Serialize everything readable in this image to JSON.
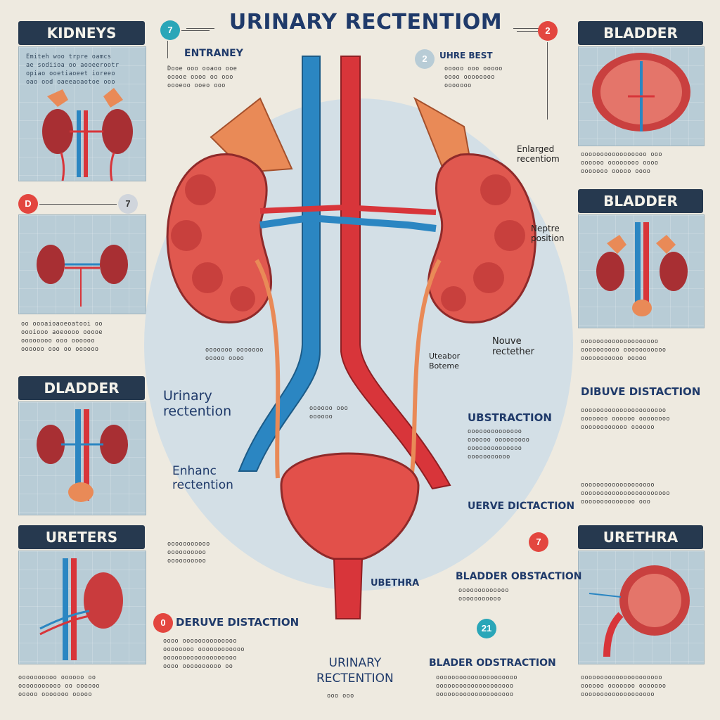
{
  "title": "URINARY RECTENTIOM",
  "colors": {
    "header": "#26394f",
    "artery": "#d8353a",
    "vein": "#2b86c2",
    "kidney": "#e0584f",
    "adrenal": "#e98a57",
    "panel": "#b8ccd6"
  },
  "left": {
    "h1": "KIDNEYS",
    "h2": "DLADDER",
    "h3": "URETERS",
    "t1": "Emiteh woo trpre oamcs\nae sodiioa oo aooeerootr\nopiao ooetiaoeet ioreeo\noao ood oaeeaoaotoe ooo",
    "t2": "oo oooaioaoeoatooi oo\noooiooo aoeoooo ooooe\noooooooo ooo oooooo\noooooo ooo oo oooooo",
    "t3": "oooooooooo oooooo oo\nooooooooooo oo oooooo\nooooo ooooooo ooooo",
    "b1": "7",
    "b2": "D",
    "b3": "7"
  },
  "right": {
    "h1": "BLADDER",
    "h2": "BLADDER",
    "h3": "URETHRA",
    "t1": "ooooooooooooooooo ooo\noooooo oooooooo oooo\nooooooo ooooo oooo",
    "t2": "oooooooooooooooooooo\noooooooooo ooooooooooo\nooooooooooo ooooo",
    "t3": "oooooooooooooooooooooo\nooooooo oooooo oooooooo\noooooooooooo oooooo",
    "t4": "ooooooooooooooooooo\nooooooooooooooooooooooo\noooooooooooooo ooo",
    "t5": "ooooooooooooooooooooo\noooooo ooooooo ooooooo\nooooooooooooooooooo",
    "b1": "2",
    "b2": "7"
  },
  "labels": {
    "entraney": "ENTRANEY",
    "uhre_beat": "UHRE BEST",
    "enlarged": "Enlarged\nrecentiom",
    "nephro": "Neptre\nposition",
    "uriary": "Urinary\nrectention",
    "enhance": "Enhanc\nrectention",
    "ureter_note": "Uteabor\nBoteme",
    "nouve": "Nouve\nrectether",
    "obstraction": "UBSTRACTION",
    "dibuve": "DIBUVE DISTACTION",
    "uerve": "UERVE DICTACTION",
    "urethra": "UBETHRA",
    "bladder_obst": "BLADDER OBSTACTION",
    "deruve": "DERUVE DISTACTION",
    "urinary_bottom": "URINARY\nRECTENTION",
    "blader_obs": "BLADER ODSTRACTION",
    "mid_badge": "21",
    "mid_left_badge": "2",
    "deruve_badge": "0",
    "right_badge": "7"
  },
  "captions": {
    "c1": "Dooe ooo ooaoo ooe\nooooe oooo oo ooo\noooeoo ooeo ooo",
    "c2": "ooooo ooo ooooo\noooo oooooooo\nooooooo",
    "c3": "ooooooo ooooooo\nooooo oooo",
    "c4": "oooooooooooooo\noooooo ooooooooo\noooooooooooooo\nooooooooooo",
    "c5": "oooooooooooooooo\nooooooooo oooooo",
    "c6": "ooooooooooooo\nooooooooooo",
    "c7": "ooooooooooo\noooooooooo\noooooooooo",
    "c8": "oooooo ooo\noooooo",
    "c9": "oooo oooooooooooooo\noooooooo oooooooooooo\nooooooooooooooooooo\noooo oooooooooo oo",
    "c10": "ooooooooooooooooooooo\noooooooooooooooooooo\noooooooooooooooooooo",
    "c11": "ooo ooo"
  }
}
